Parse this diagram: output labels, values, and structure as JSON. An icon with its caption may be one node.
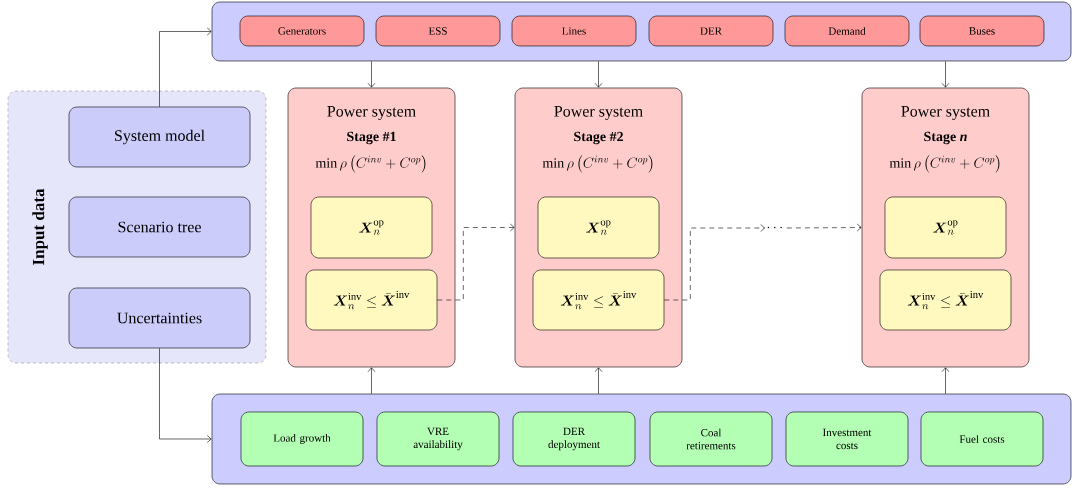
{
  "diagram": {
    "nodes": [
      {
        "text": [
          "Input data"
        ]
      },
      {
        "text": [
          "System model"
        ],
        "in": 0
      },
      {
        "text": [
          "Scenario tree"
        ],
        "in": 0
      },
      {
        "text": [
          "Uncertainties"
        ],
        "in": 0
      },
      {
        "text": [],
        "shape": "box"
      },
      {
        "text": [
          "Generators"
        ],
        "in": 4
      },
      {
        "text": [
          "ESS"
        ],
        "in": 4
      },
      {
        "text": [
          "Lines"
        ],
        "in": 4
      },
      {
        "text": [
          "DER"
        ],
        "in": 4
      },
      {
        "text": [
          "Demand"
        ],
        "in": 4
      },
      {
        "text": [
          "Buses"
        ],
        "in": 4
      },
      {
        "text": [],
        "shape": "box"
      },
      {
        "text": [
          "Load growth"
        ],
        "in": 11
      },
      {
        "text": [
          "VRE availability"
        ],
        "in": 11
      },
      {
        "text": [
          "DER deployment"
        ],
        "in": 11
      },
      {
        "text": [
          "Coal retirements"
        ],
        "in": 11
      },
      {
        "text": [
          "Investment costs"
        ],
        "in": 11
      },
      {
        "text": [
          "Fuel costs"
        ],
        "in": 11
      },
      {
        "text": [
          "Power system",
          "Stage #1",
          "\\min\\rho\\left(C^{inv}+C^{op}\\right)"
        ]
      },
      {
        "text": [
          "\\boldsymbol{X}_n^{\\mathrm{op}}"
        ],
        "in": 18
      },
      {
        "text": [
          "\\boldsymbol{X}_n^{\\mathrm{inv}} \\leq \\bar{\\boldsymbol{X}}^{\\mathrm{inv}}"
        ],
        "in": 18
      },
      {
        "text": [
          "Power system",
          "Stage #2",
          "\\min\\rho\\left(C^{inv}+C^{op}\\right)"
        ]
      },
      {
        "text": [
          "\\boldsymbol{X}_n^{\\mathrm{op}}"
        ],
        "in": 21
      },
      {
        "text": [
          "\\boldsymbol{X}_n^{\\mathrm{inv}} \\leq \\bar{\\boldsymbol{X}}^{\\mathrm{inv}}"
        ],
        "in": 21
      },
      {
        "text": [
          "\\cdots"
        ]
      },
      {
        "text": [
          "Power system",
          "Stage *n*",
          "\\min\\rho\\left(C^{inv}+C^{op}\\right)"
        ]
      },
      {
        "text": [
          "\\boldsymbol{X}_n^{\\mathrm{op}}"
        ],
        "in": 25
      },
      {
        "text": [
          "\\boldsymbol{X}_n^{\\mathrm{inv}} \\leq \\bar{\\boldsymbol{X}}^{\\mathrm{inv}}"
        ],
        "in": 25
      }
    ],
    "edges": [
      {
        "from": 1,
        "to": 4,
        "arrow": "to"
      },
      {
        "from": 3,
        "to": 11,
        "arrow": "to"
      },
      {
        "from": 4,
        "to": 18,
        "arrow": "to"
      },
      {
        "from": 4,
        "to": 21,
        "arrow": "to"
      },
      {
        "from": 4,
        "to": 25,
        "arrow": "to"
      },
      {
        "from": 11,
        "to": 18,
        "arrow": "to"
      },
      {
        "from": 11,
        "to": 21,
        "arrow": "to"
      },
      {
        "from": 11,
        "to": 25,
        "arrow": "to"
      },
      {
        "from": 20,
        "to": 21,
        "arrow": "to",
        "style": "dashed"
      },
      {
        "from": 23,
        "to": 24,
        "arrow": "to",
        "style": "dashed"
      },
      {
        "from": 24,
        "to": 25,
        "arrow": "to",
        "style": "dashed"
      }
    ]
  }
}
